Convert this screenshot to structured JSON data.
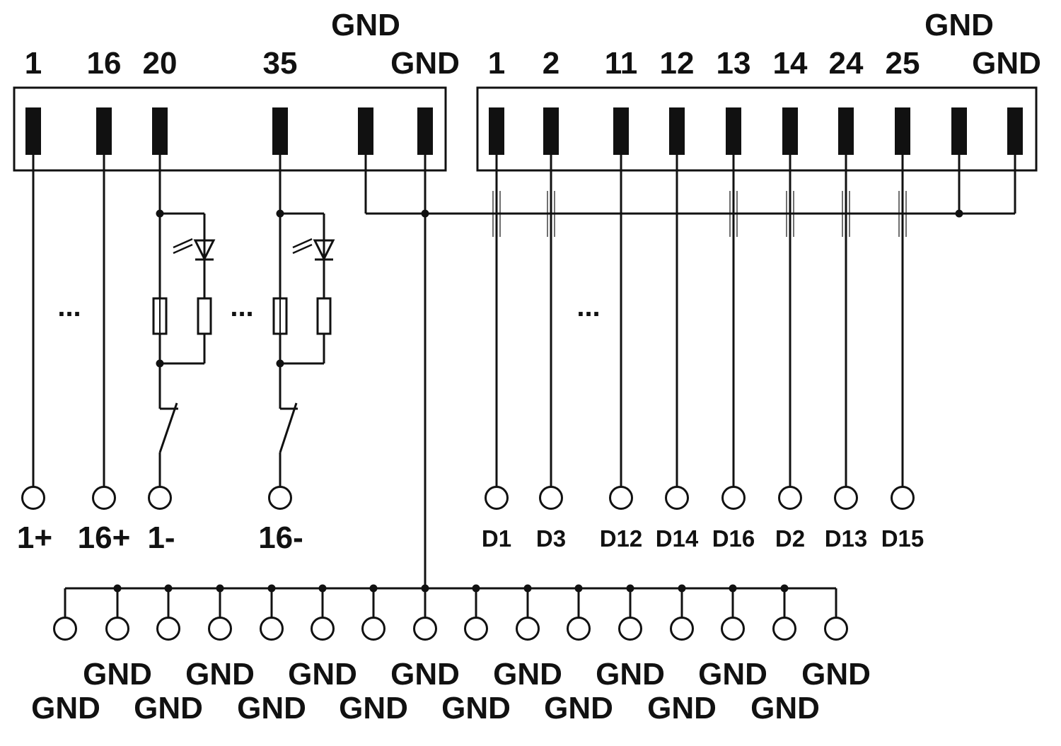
{
  "left_connector": {
    "header_gnd": "GND",
    "pins": [
      "1",
      "16",
      "20",
      "35",
      "GND"
    ]
  },
  "right_connector": {
    "header_gnd": "GND",
    "pins": [
      "1",
      "2",
      "11",
      "12",
      "13",
      "14",
      "24",
      "25",
      "GND"
    ]
  },
  "left_terminals": [
    "1+",
    "16+",
    "1-",
    "16-"
  ],
  "right_terminals": [
    "D1",
    "D3",
    "D12",
    "D14",
    "D16",
    "D2",
    "D13",
    "D15"
  ],
  "gnd_terminals": {
    "upper_row": [
      "GND",
      "GND",
      "GND",
      "GND",
      "GND",
      "GND",
      "GND",
      "GND"
    ],
    "lower_row": [
      "GND",
      "GND",
      "GND",
      "GND",
      "GND",
      "GND",
      "GND",
      "GND"
    ]
  },
  "ellipsis": [
    "...",
    "...",
    "..."
  ],
  "colors": {
    "line": "#111111",
    "background": "#ffffff"
  }
}
